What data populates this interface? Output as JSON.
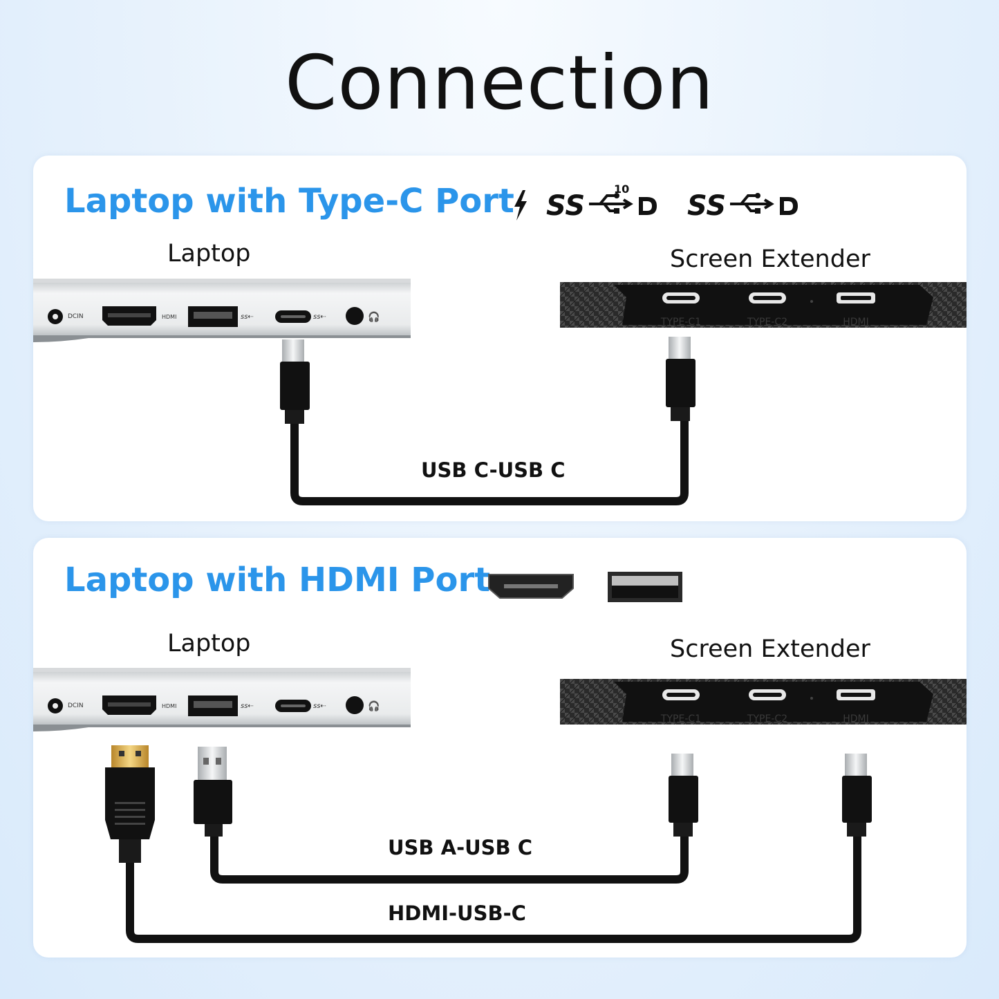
{
  "title": "Connection",
  "panel_typec": {
    "heading": "Laptop with Type-C Port",
    "laptop_label": "Laptop",
    "extender_label": "Screen Extender",
    "cable_label": "USB C-USB C",
    "logo_ss10": "10",
    "laptop_ports": {
      "dcin": "DCIN",
      "hdmi": "HDMI"
    },
    "extender_ports": [
      "TYPE-C1",
      "TYPE-C2",
      "HDMI"
    ]
  },
  "panel_hdmi": {
    "heading": "Laptop with HDMI Port",
    "laptop_label": "Laptop",
    "extender_label": "Screen Extender",
    "cable_label_usba": "USB A-USB C",
    "cable_label_hdmi": "HDMI-USB-C",
    "laptop_ports": {
      "dcin": "DCIN",
      "hdmi": "HDMI"
    },
    "extender_ports": [
      "TYPE-C1",
      "TYPE-C2",
      "HDMI"
    ]
  },
  "colors": {
    "accent": "#2b95ea",
    "cable": "#111111"
  }
}
